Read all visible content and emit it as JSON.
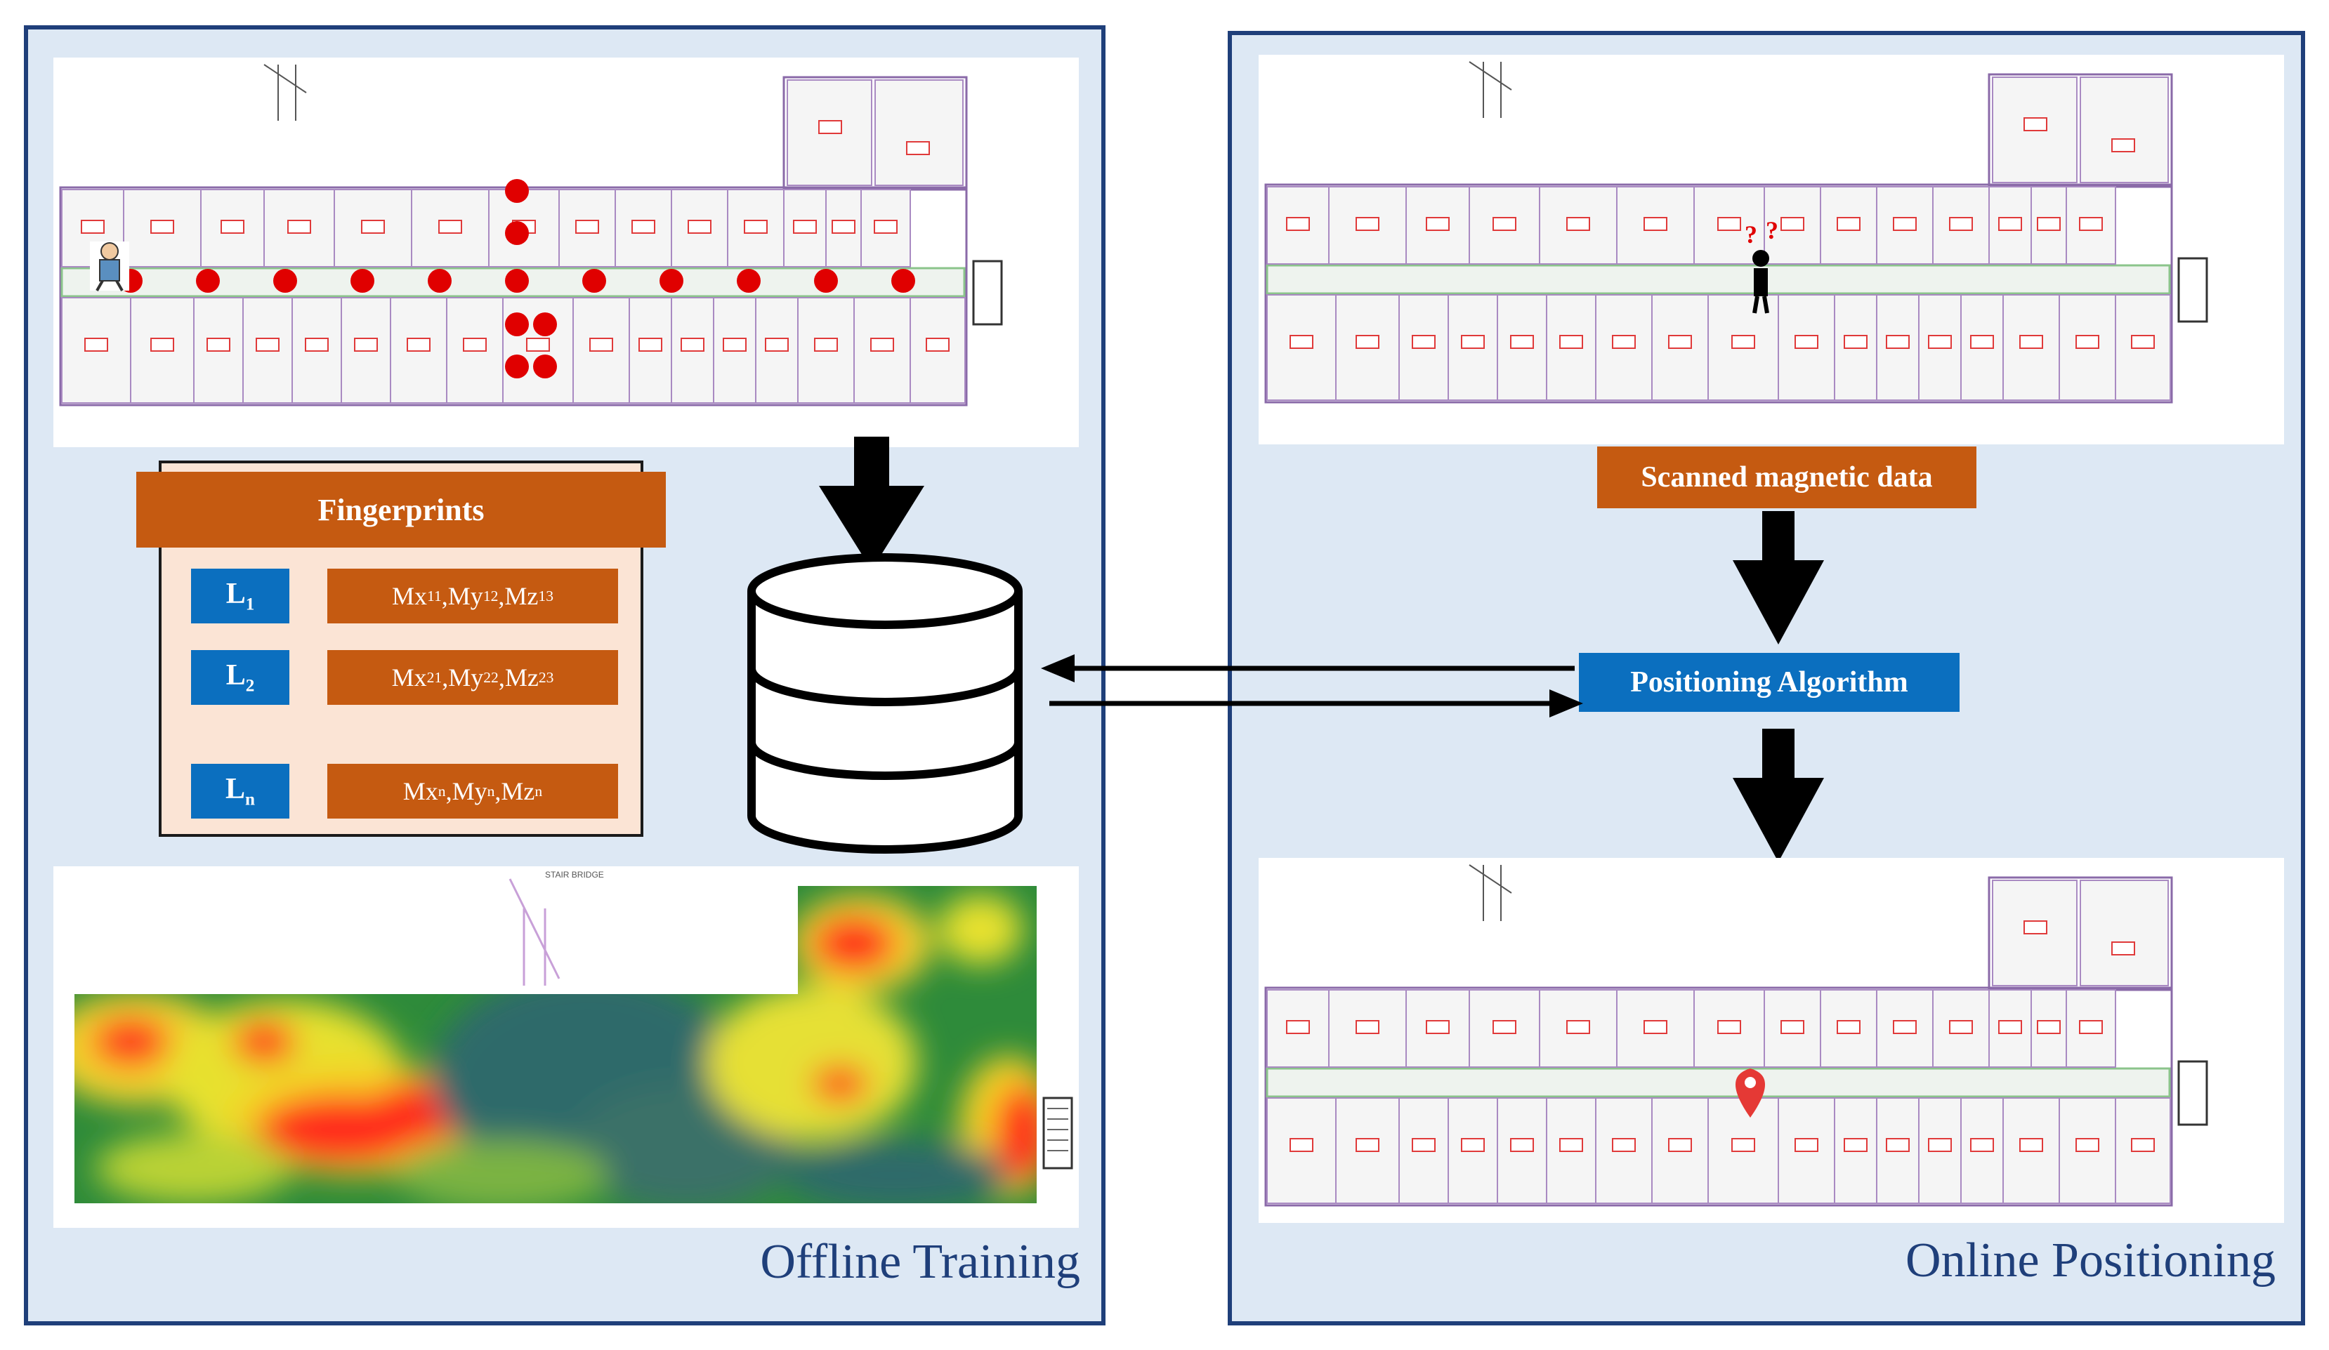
{
  "offline": {
    "caption": "Offline Training",
    "fingerprints_title": "Fingerprints",
    "rows": [
      {
        "loc": "L",
        "loc_sub": "1",
        "mx": "11",
        "my": "12",
        "mz": "13"
      },
      {
        "loc": "L",
        "loc_sub": "2",
        "mx": "21",
        "my": "22",
        "mz": "23"
      },
      {
        "loc": "L",
        "loc_sub": "n",
        "mx": "n",
        "my": "n",
        "mz": "n"
      }
    ],
    "ellipsis": "..."
  },
  "online": {
    "caption": "Online Positioning",
    "scanned_label": "Scanned magnetic data",
    "algorithm_label": "Positioning Algorithm"
  },
  "colors": {
    "panel_border": "#1f3f7a",
    "panel_bg": "#dde8f4",
    "orange": "#c55a11",
    "blue": "#0b6fbf",
    "fingerprint_bg": "#fbe4d5",
    "marker_red": "#e00000"
  },
  "icons": {
    "database": "database-icon",
    "person_surveyor": "surveyor-person-icon",
    "person_confused": "confused-person-icon",
    "location_pin": "location-pin-icon"
  }
}
